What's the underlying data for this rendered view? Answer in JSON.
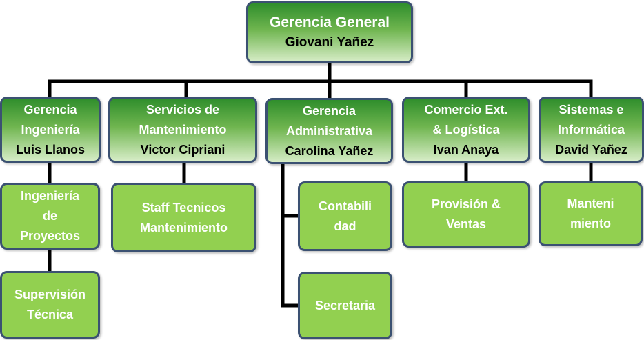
{
  "root": {
    "title": "Gerencia General",
    "name": "Giovani Yañez"
  },
  "departments": [
    {
      "title_lines": [
        "Gerencia",
        "Ingeniería"
      ],
      "name": "Luis Llanos",
      "units": [
        {
          "lines": [
            "Ingeniería",
            "de",
            "Proyectos"
          ]
        },
        {
          "lines": [
            "Supervisión",
            "Técnica"
          ]
        }
      ]
    },
    {
      "title_lines": [
        "Servicios de",
        "Mantenimiento"
      ],
      "name": "Victor Cipriani",
      "units": [
        {
          "lines": [
            "Staff Tecnicos",
            "Mantenimiento"
          ]
        }
      ]
    },
    {
      "title_lines": [
        "Gerencia",
        "Administrativa"
      ],
      "name": "Carolina Yañez",
      "units": [
        {
          "lines": [
            "Contabili",
            "dad"
          ]
        },
        {
          "lines": [
            "Secretaria"
          ]
        }
      ]
    },
    {
      "title_lines": [
        "Comercio Ext.",
        "& Logística"
      ],
      "name": "Ivan Anaya",
      "units": [
        {
          "lines": [
            "Provisión &",
            "Ventas"
          ]
        }
      ]
    },
    {
      "title_lines": [
        "Sistemas e",
        "Informática"
      ],
      "name": "David Yañez",
      "units": [
        {
          "lines": [
            "Manteni",
            "miento"
          ]
        }
      ]
    }
  ],
  "colors": {
    "border": "#3b5172",
    "header_gradient_top": "#2f8e2c",
    "header_gradient_bottom": "#d6ecc6",
    "unit_fill": "#92d050",
    "connector": "#000000"
  }
}
